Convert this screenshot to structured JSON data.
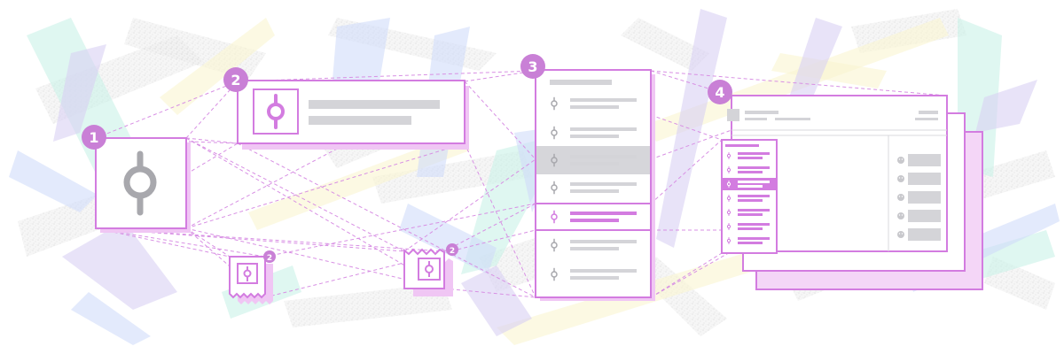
{
  "theme": {
    "accent": "#d37ce0",
    "accent_light": "#ecb8f3",
    "accent_fill": "#f4d6f7",
    "badge": "#c980d6",
    "gray_bar": "#d4d4d8",
    "gray_icon": "#a8a8ad",
    "border_gray": "#d8d8dc",
    "selected_gray": "#d6d6da",
    "sliver_green": "#bfeee2",
    "sliver_yellow": "#f8f3c8",
    "sliver_blue": "#c8d6f8",
    "sliver_purple": "#d2c8f2"
  },
  "steps": [
    {
      "number": "1",
      "name": "single-icon"
    },
    {
      "number": "2",
      "name": "row-item"
    },
    {
      "number": "3",
      "name": "list-column"
    },
    {
      "number": "4",
      "name": "app-window"
    }
  ],
  "small_badges": [
    {
      "number": "2"
    },
    {
      "number": "2"
    }
  ],
  "icons": {
    "main": "component-icon",
    "list": "component-icon",
    "emoji": "smiley-icon"
  }
}
